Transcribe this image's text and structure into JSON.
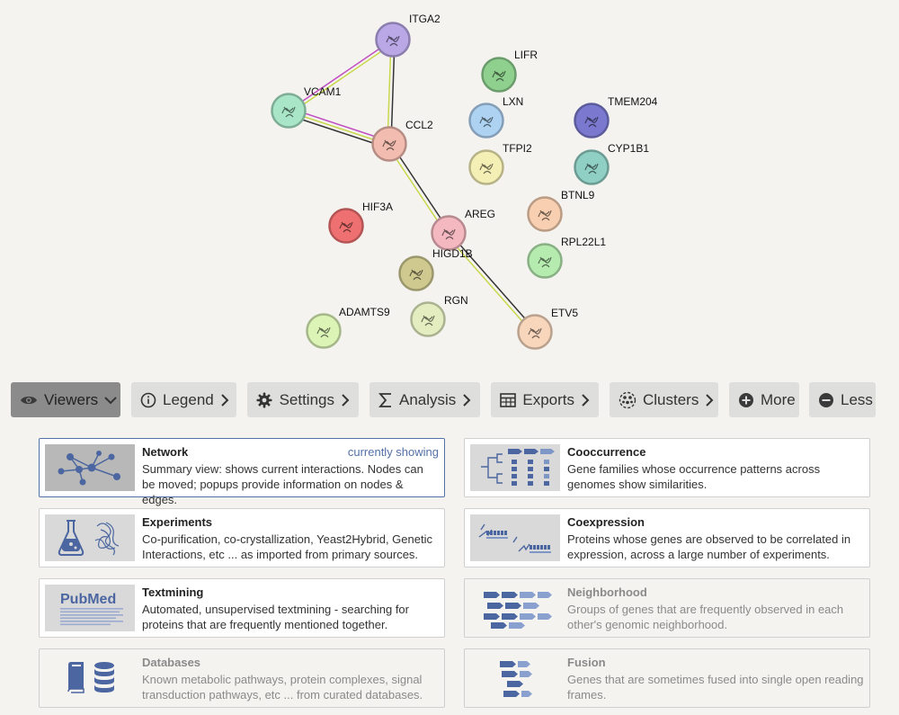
{
  "network": {
    "nodes": [
      {
        "label": "ITGA2",
        "color": "#b9a7e6"
      },
      {
        "label": "LIFR",
        "color": "#8fd08f"
      },
      {
        "label": "VCAM1",
        "color": "#a8e6c7"
      },
      {
        "label": "LXN",
        "color": "#aed3f2"
      },
      {
        "label": "TMEM204",
        "color": "#7a79cf"
      },
      {
        "label": "CCL2",
        "color": "#f2bcb0"
      },
      {
        "label": "TFPI2",
        "color": "#f4efb4"
      },
      {
        "label": "CYP1B1",
        "color": "#8fcfc4"
      },
      {
        "label": "HIF3A",
        "color": "#ef7070"
      },
      {
        "label": "BTNL9",
        "color": "#f8cfb0"
      },
      {
        "label": "AREG",
        "color": "#f4b8c0"
      },
      {
        "label": "RPL22L1",
        "color": "#b6ebb0"
      },
      {
        "label": "HIGD1B",
        "color": "#cfc990"
      },
      {
        "label": "RGN",
        "color": "#e3edc0"
      },
      {
        "label": "ADAMTS9",
        "color": "#dcf4b6"
      },
      {
        "label": "ETV5",
        "color": "#f8d6bc"
      }
    ]
  },
  "toolbar": {
    "viewers": "Viewers",
    "legend": "Legend",
    "settings": "Settings",
    "analysis": "Analysis",
    "exports": "Exports",
    "clusters": "Clusters",
    "more": "More",
    "less": "Less"
  },
  "viewers": {
    "network": {
      "title": "Network",
      "status": "currently showing",
      "desc": "Summary view: shows current interactions. Nodes can be moved; popups provide information on nodes & edges."
    },
    "cooccurrence": {
      "title": "Cooccurrence",
      "desc": "Gene families whose occurrence patterns across genomes show similarities."
    },
    "experiments": {
      "title": "Experiments",
      "desc": "Co-purification, co-crystallization, Yeast2Hybrid, Genetic Interactions, etc ... as imported from primary sources."
    },
    "coexpression": {
      "title": "Coexpression",
      "desc": "Proteins whose genes are observed to be correlated in expression, across a large number of experiments."
    },
    "textmining": {
      "title": "Textmining",
      "desc": "Automated, unsupervised textmining - searching for proteins that are frequently mentioned together.",
      "logo": "PubMed"
    },
    "neighborhood": {
      "title": "Neighborhood",
      "desc": "Groups of genes that are frequently observed in each other's genomic neighborhood."
    },
    "databases": {
      "title": "Databases",
      "desc": "Known metabolic pathways, protein complexes, signal transduction pathways, etc ... from curated databases."
    },
    "fusion": {
      "title": "Fusion",
      "desc": "Genes that are sometimes fused into single open reading frames."
    }
  },
  "colors": {
    "accent": "#5470a8",
    "edge_dark": "#333333",
    "edge_yellow": "#c8d84a",
    "edge_magenta": "#c04fc0"
  }
}
